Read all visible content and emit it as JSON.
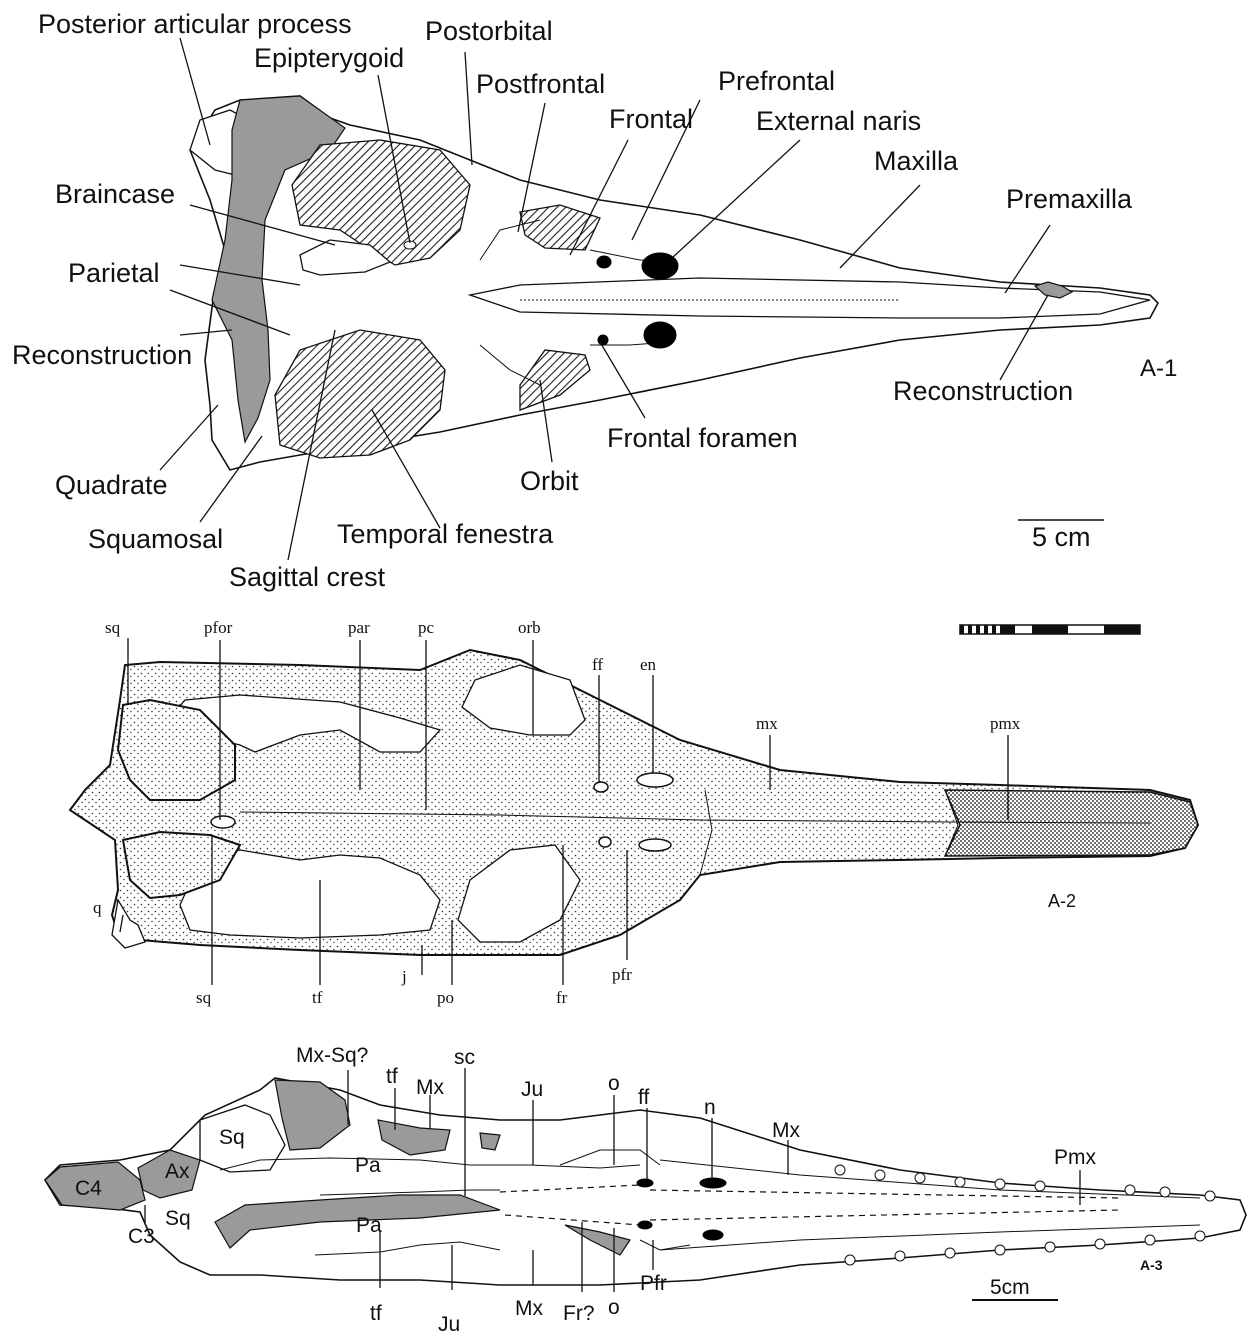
{
  "panel_a1": {
    "id": "A-1",
    "scale_bar": "5 cm",
    "labels": {
      "posterior_articular_process": "Posterior articular process",
      "postorbital": "Postorbital",
      "epipterygoid": "Epipterygoid",
      "postfrontal": "Postfrontal",
      "prefrontal": "Prefrontal",
      "frontal": "Frontal",
      "external_naris": "External naris",
      "maxilla": "Maxilla",
      "braincase": "Braincase",
      "premaxilla": "Premaxilla",
      "parietal": "Parietal",
      "reconstruction_left": "Reconstruction",
      "reconstruction_right": "Reconstruction",
      "frontal_foramen": "Frontal foramen",
      "quadrate": "Quadrate",
      "orbit": "Orbit",
      "squamosal": "Squamosal",
      "temporal_fenestra": "Temporal fenestra",
      "sagittal_crest": "Sagittal crest"
    }
  },
  "panel_a2": {
    "id": "A-2",
    "labels": {
      "sq_top": "sq",
      "pfor": "pfor",
      "par": "par",
      "pc": "pc",
      "orb": "orb",
      "ff": "ff",
      "en": "en",
      "mx": "mx",
      "pmx": "pmx",
      "q": "q",
      "sq_bottom": "sq",
      "tf": "tf",
      "j": "j",
      "po": "po",
      "fr": "fr",
      "pfr": "pfr"
    }
  },
  "panel_a3": {
    "id": "A-3",
    "scale_bar": "5cm",
    "labels": {
      "mx_sq": "Mx-Sq?",
      "sc": "sc",
      "tf_top": "tf",
      "mx_top_left": "Mx",
      "ju_top": "Ju",
      "o_top": "o",
      "ff": "ff",
      "n": "n",
      "mx_top_right": "Mx",
      "sq_top": "Sq",
      "pa_top": "Pa",
      "pmx": "Pmx",
      "c4": "C4",
      "ax": "Ax",
      "sq_bottom": "Sq",
      "c3": "C3",
      "pa_bottom": "Pa",
      "tf_bottom": "tf",
      "ju_bottom": "Ju",
      "mx_bottom": "Mx",
      "fr": "Fr?",
      "o_bottom": "o",
      "pfr": "Pfr"
    }
  }
}
